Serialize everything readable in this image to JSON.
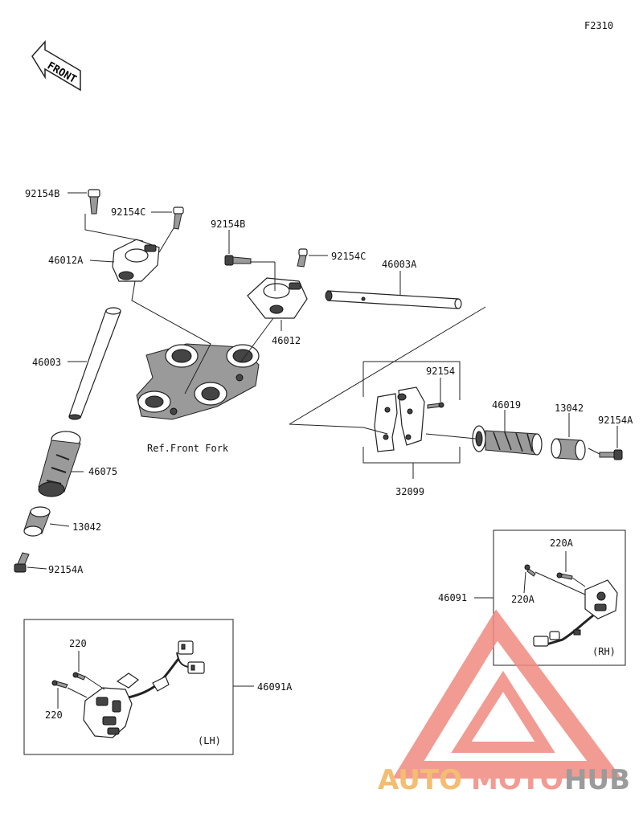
{
  "figure_code": "F2310",
  "front_label": "FRONT",
  "labels": {
    "p92154B_left": "92154B",
    "p92154C_left": "92154C",
    "p92154B_mid": "92154B",
    "p92154C_mid": "92154C",
    "p46012A": "46012A",
    "p46012": "46012",
    "p46003A": "46003A",
    "p46003": "46003",
    "ref_front_fork": "Ref.Front Fork",
    "p92154": "92154",
    "p46019": "46019",
    "p13042_right": "13042",
    "p92154A_right": "92154A",
    "p32099": "32099",
    "p46075": "46075",
    "p13042_left": "13042",
    "p92154A_left": "92154A",
    "p220A_top": "220A",
    "p220A_bottom": "220A",
    "p46091": "46091",
    "rh": "(RH)",
    "p220_top": "220",
    "p220_bottom": "220",
    "p46091A": "46091A",
    "lh": "(LH)"
  },
  "watermark": {
    "part1": "AUTO",
    "part2": "MOTO",
    "part3": "HUB",
    "color_red": "#f08a80",
    "color_orange": "#f2b25a",
    "color_gray": "#8a8a8a"
  }
}
